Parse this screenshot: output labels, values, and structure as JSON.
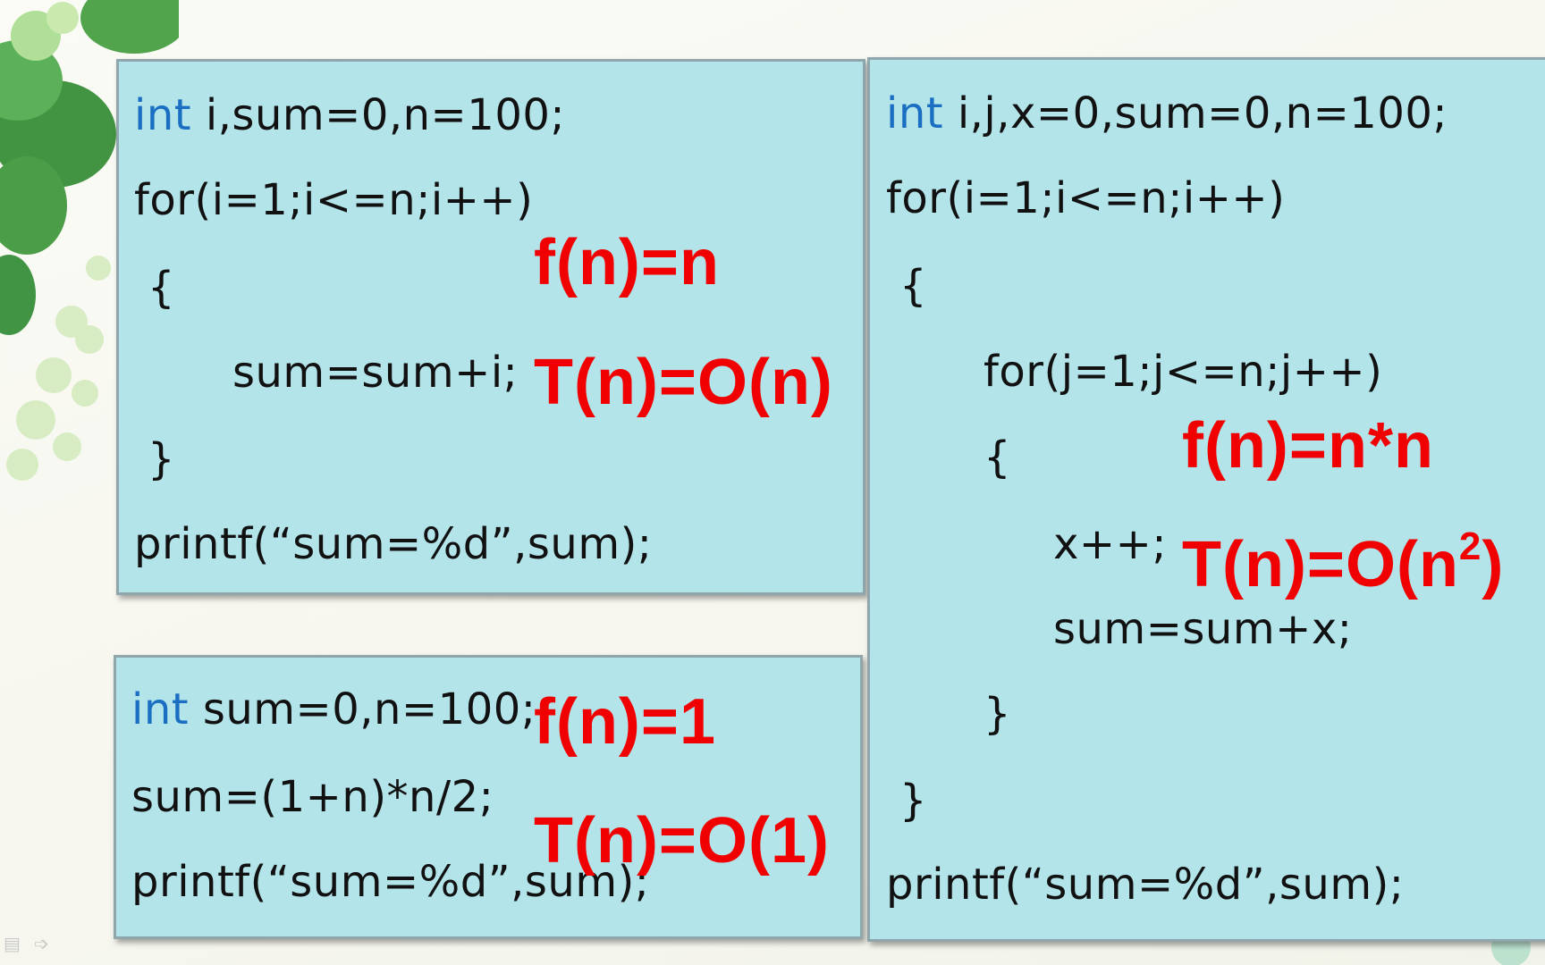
{
  "slide": {
    "panel_top_left": {
      "lines": [
        {
          "kw": "int",
          "text": " i,sum=0,n=100;"
        },
        {
          "kw": "",
          "text": "for(i=1;i<=n;i++)"
        },
        {
          "kw": "",
          "text": "{"
        },
        {
          "kw": "",
          "text": "sum=sum+i;"
        },
        {
          "kw": "",
          "text": "}"
        },
        {
          "kw": "",
          "text": "printf(“sum=%d”,sum);"
        }
      ],
      "formula_f": "f(n)=n",
      "formula_t": "T(n)=O(n)"
    },
    "panel_bottom_left": {
      "lines": [
        {
          "kw": "int",
          "text": " sum=0,n=100;"
        },
        {
          "kw": "",
          "text": "sum=(1+n)*n/2;"
        },
        {
          "kw": "",
          "text": "printf(“sum=%d”,sum);"
        }
      ],
      "formula_f": "f(n)=1",
      "formula_t": "T(n)=O(1)"
    },
    "panel_right": {
      "lines": [
        {
          "kw": "int",
          "text": " i,j,x=0,sum=0,n=100;"
        },
        {
          "kw": "",
          "text": "for(i=1;i<=n;i++)"
        },
        {
          "kw": "",
          "text": "{"
        },
        {
          "kw": "",
          "text": "for(j=1;j<=n;j++)"
        },
        {
          "kw": "",
          "text": "{"
        },
        {
          "kw": "",
          "text": "x++;"
        },
        {
          "kw": "",
          "text": "sum=sum+x;"
        },
        {
          "kw": "",
          "text": "}"
        },
        {
          "kw": "",
          "text": "}"
        },
        {
          "kw": "",
          "text": "printf(“sum=%d”,sum);"
        }
      ],
      "formula_f": "f(n)=n*n",
      "formula_t_base": "T(n)=O(n",
      "formula_t_exp": "2",
      "formula_t_close": ")"
    }
  },
  "colors": {
    "panel_bg": "#b3e4ea",
    "keyword": "#1a6fc2",
    "formula": "#f00000"
  },
  "icons": [
    "clover-decoration-icon",
    "slide-nav-icon",
    "next-arrow-icon"
  ]
}
